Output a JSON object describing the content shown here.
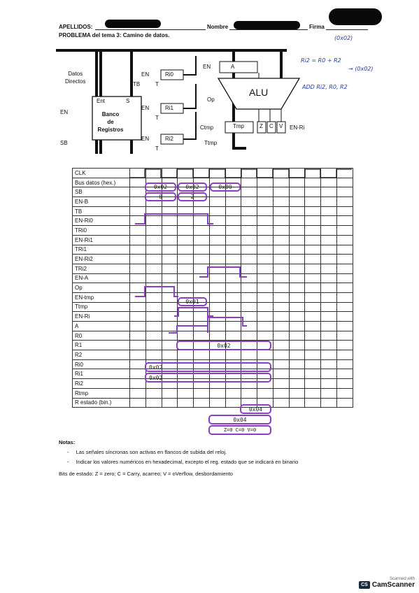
{
  "header": {
    "apellidos_label": "APELLIDOS:",
    "nombre_label": "Nombre",
    "firma_label": "Firma",
    "problem_title": "PROBLEMA del tema 3: Camino de datos."
  },
  "diagram": {
    "datos_directos": "Datos\nDirectos",
    "banco": "Banco\nde\nRegistros",
    "ent": "Ent",
    "s": "S",
    "en": "EN",
    "sb": "SB",
    "tb": "TB",
    "t": "T",
    "ri0": "Ri0",
    "ri1": "Ri1",
    "ri2": "Ri2",
    "a": "A",
    "alu": "ALU",
    "op": "Op",
    "ctmp": "Ctmp",
    "ttmp": "Ttmp",
    "tmp": "Tmp",
    "z": "Z",
    "c": "C",
    "v": "V",
    "en_ri": "EN-Ri"
  },
  "handwriting": {
    "h1": "(0x02)",
    "h2": "Ri2 = R0 + R2",
    "h3": "→ (0x02)",
    "h4": "ADD Ri2, R0, R2"
  },
  "timing": {
    "rows": [
      "CLK",
      "Bus datos (hex.)",
      "SB",
      "EN-B",
      "TB",
      "EN-Ri0",
      "TRi0",
      "EN-Ri1",
      "TRi1",
      "EN-Ri2",
      "TRi2",
      "EN-A",
      "Op",
      "EN-tmp",
      "Ttmp",
      "EN-Ri",
      "A",
      "R0",
      "R1",
      "R2",
      "Ri0",
      "Ri1",
      "Ri2",
      "Rtmp",
      "R estado (bin.)"
    ],
    "values": {
      "bus1": "0x02",
      "bus2": "0x02",
      "bus3": "0x00",
      "sb1": "0",
      "sb2": "2",
      "op": "0x01",
      "a": "0x02",
      "r1": "0x02",
      "r2": "0x02",
      "ri2": "0x04",
      "rtmp": "0x04",
      "estado": "Z=0 C=0 V=0"
    }
  },
  "notes": {
    "title": "Notas:",
    "n1": "Las señales síncronas son activas en flancos de subida del reloj.",
    "n2": "Indicar los valores numéricos en hexadecimal, excepto el reg. estado que se indicará en binario",
    "bits": "Bits de estado: Z = zero; C = Carry, acarreo; V = oVerflow, desbordamiento"
  },
  "scanner": {
    "scanned_with": "Scanned with",
    "brand": "CamScanner",
    "badge": "CS"
  }
}
